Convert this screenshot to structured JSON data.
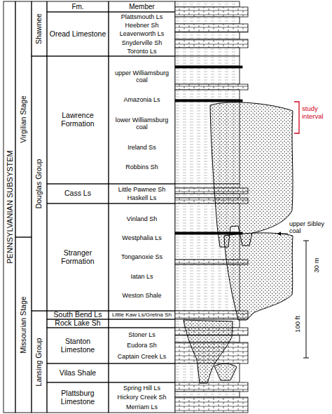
{
  "diagram": {
    "nodes": [
      {
        "text": [
          "PENNSYLVANIAN SUBSYSTEM"
        ]
      },
      {
        "text": [
          "Virgilian Stage"
        ]
      },
      {
        "text": [
          "Missourian Stage"
        ]
      },
      {
        "text": [
          "Shawnee"
        ]
      },
      {
        "text": [
          "Douglas Group"
        ]
      },
      {
        "text": [
          "Lansing Group"
        ]
      },
      {
        "text": [
          "Fm."
        ]
      },
      {
        "text": [
          "Member"
        ]
      },
      {
        "text": [
          "Oread Limestone"
        ]
      },
      {
        "text": [
          "Plattsmouth Ls",
          "Heebner Sh",
          "Leavenworth Ls",
          "Snyderville Sh",
          "Toronto Ls"
        ]
      },
      {
        "text": [
          "Lawrence Formation"
        ]
      },
      {
        "text": [
          "upper Williamsburg coal",
          "Amazonia Ls",
          "lower Williamsburg coal",
          "Ireland Ss",
          "Robbins Sh"
        ]
      },
      {
        "text": [
          "Cass Ls"
        ]
      },
      {
        "text": [
          "Little Pawnee Sh",
          "Haskell Ls"
        ]
      },
      {
        "text": [
          "Stranger Formation"
        ]
      },
      {
        "text": [
          "Vinland Sh",
          "Westphalia Ls",
          "Tonganoxie Ss",
          "Iatan Ls",
          "Weston Shale"
        ]
      },
      {
        "text": [
          "South Bend Ls"
        ]
      },
      {
        "text": [
          "Little Kaw Ls/Gretna Sh"
        ]
      },
      {
        "text": [
          "Rock Lake Sh"
        ]
      },
      {
        "text": [
          "Stanton Limestone"
        ]
      },
      {
        "text": [
          "Stoner Ls",
          "Eudora Sh",
          "Captain Creek Ls"
        ]
      },
      {
        "text": [
          "Vilas Shale"
        ]
      },
      {
        "text": [
          "Plattsburg Limestone"
        ]
      },
      {
        "text": [
          "Spring Hill Ls",
          "Hickory Creek Sh",
          "Merriam Ls"
        ]
      }
    ],
    "labels": [
      "study interval",
      "upper Sibley coal",
      "30 m",
      "100 ft"
    ]
  }
}
